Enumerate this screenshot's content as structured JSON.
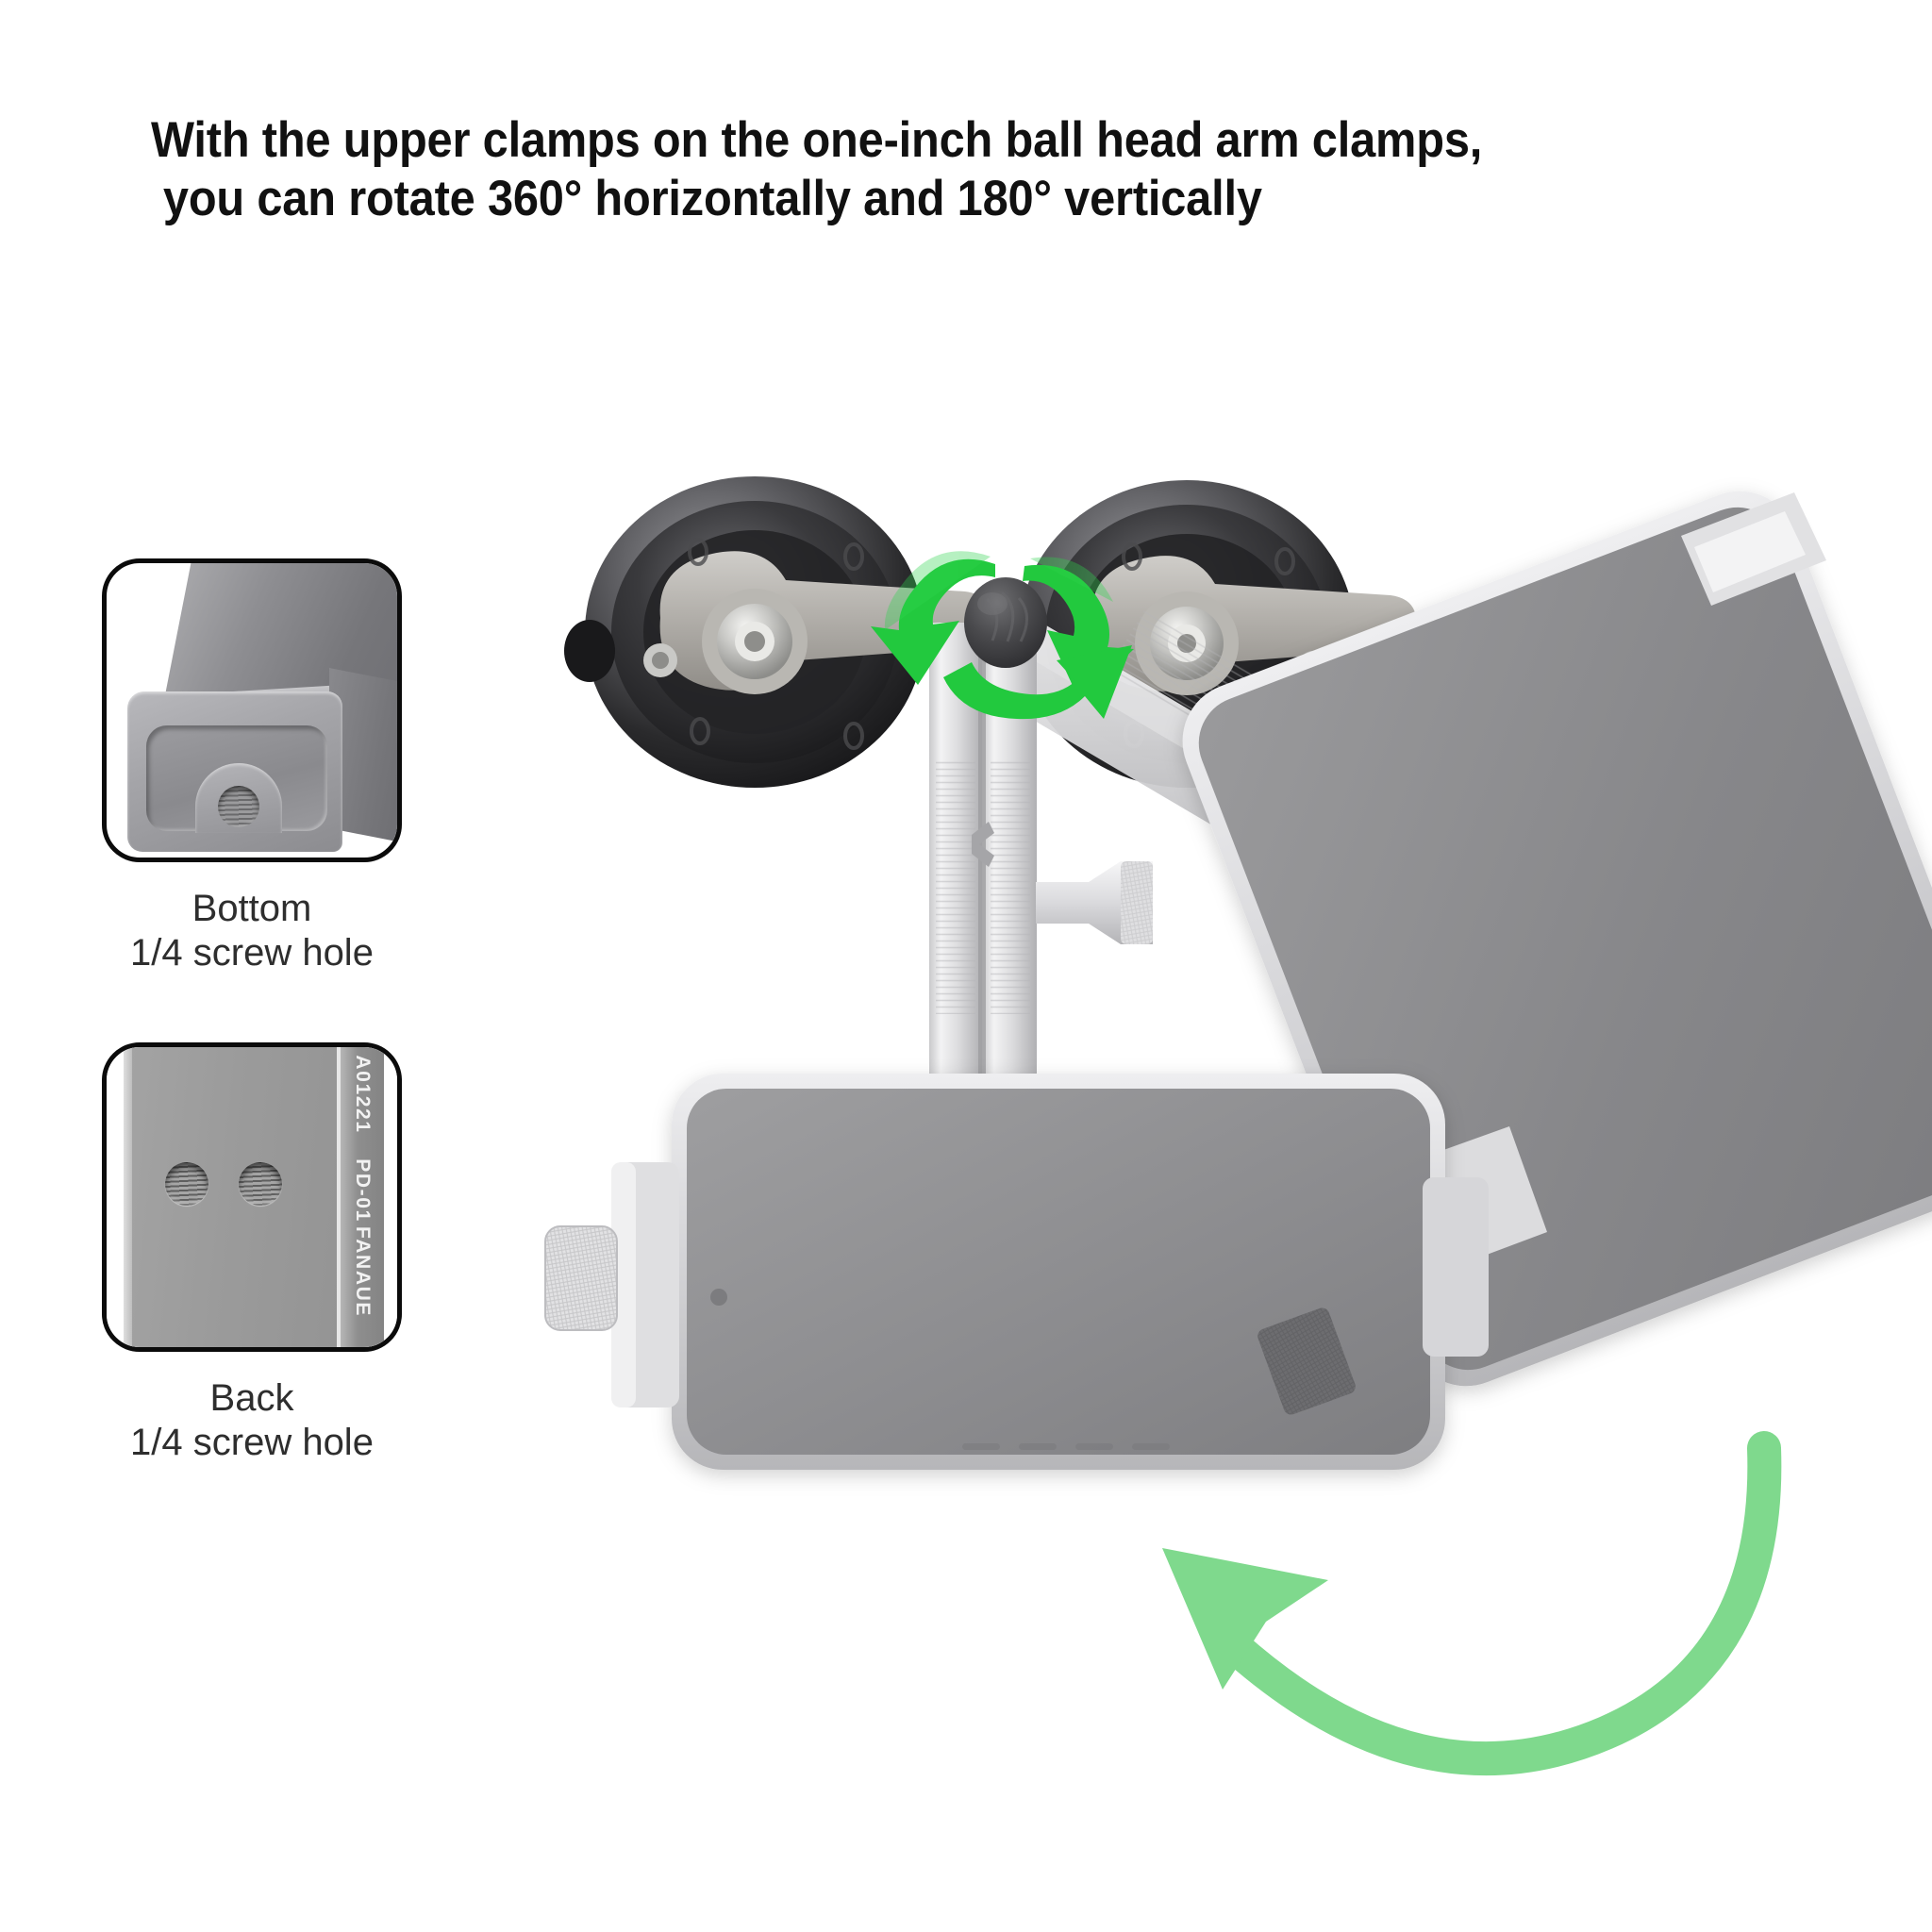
{
  "headline": {
    "line1": "With the upper clamps on the one-inch ball head arm clamps,",
    "line2": "you can rotate 360° horizontally and 180° vertically"
  },
  "callouts": [
    {
      "id": "bottom-screw-hole",
      "caption_line1": "Bottom",
      "caption_line2": "1/4 screw hole",
      "image_alt": "bracket-bottom-face-with-quarter-inch-threaded-hole"
    },
    {
      "id": "back-screw-hole",
      "caption_line1": "Back",
      "caption_line2": "1/4 screw hole",
      "image_alt": "bracket-back-plate-with-two-quarter-inch-threaded-holes",
      "engraving": {
        "brand": "FANAUE",
        "model": "PD-01",
        "code": "A01221"
      }
    }
  ],
  "product": {
    "alt": "dual-suction-cup-mount-with-ball-head-arm-clamps-holding-two-phones",
    "parts": {
      "left_suction_cup": "suction-cup-left",
      "right_suction_cup": "suction-cup-right",
      "ball_joint": "one-inch-ball-head",
      "vertical_post": "knurled-vertical-post",
      "adjust_knob": "adjustment-knob",
      "landscape_phone": "phone-landscape-orientation",
      "tilted_phone": "phone-tilted-orientation",
      "phone_clamp_knob": "phone-clamp-thumbscrew"
    }
  },
  "arrows": {
    "rotation_arrows_label": "ball-head-rotation-arrows",
    "tilt_arrow_label": "vertical-tilt-arrow"
  },
  "colors": {
    "accent_green": "#22c93e",
    "accent_green_soft": "#7fd98d",
    "title_text": "#111111",
    "caption_text": "#2e2e2e",
    "frame_border": "#0b0b0b",
    "metal_light": "#d7d7d9",
    "metal_mid": "#9b9b9f",
    "metal_dark": "#6d6d71",
    "rubber_black": "#1e1e20",
    "screen_gray": "#8a8a8c",
    "background": "#ffffff"
  }
}
